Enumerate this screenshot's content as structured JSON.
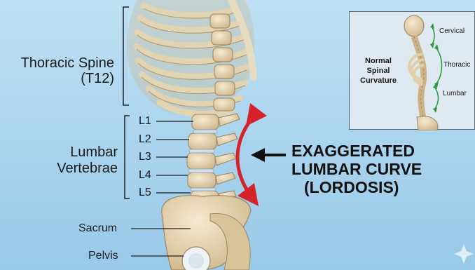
{
  "labels": {
    "thoracic_line1": "Thoracic Spine",
    "thoracic_line2": "(T12)",
    "lumbar_line1": "Lumbar",
    "lumbar_line2": "Vertebrae",
    "levels": [
      "L1",
      "L2",
      "L3",
      "L4",
      "L5"
    ],
    "sacrum": "Sacrum",
    "pelvis": "Pelvis"
  },
  "callout": {
    "line1": "EXAGGERATED",
    "line2": "LUMBAR CURVE",
    "line3": "(LORDOSIS)"
  },
  "inset": {
    "title_line1": "Normal",
    "title_line2": "Spinal",
    "title_line3": "Curvature",
    "cervical": "Cervical",
    "thoracic": "Thoracic",
    "lumbar": "Lumbar"
  },
  "colors": {
    "background": "#a9d4ee",
    "bone": "#e7d6b0",
    "curve_arrow": "#d4232b",
    "inset_arrow": "#2e9a45"
  }
}
